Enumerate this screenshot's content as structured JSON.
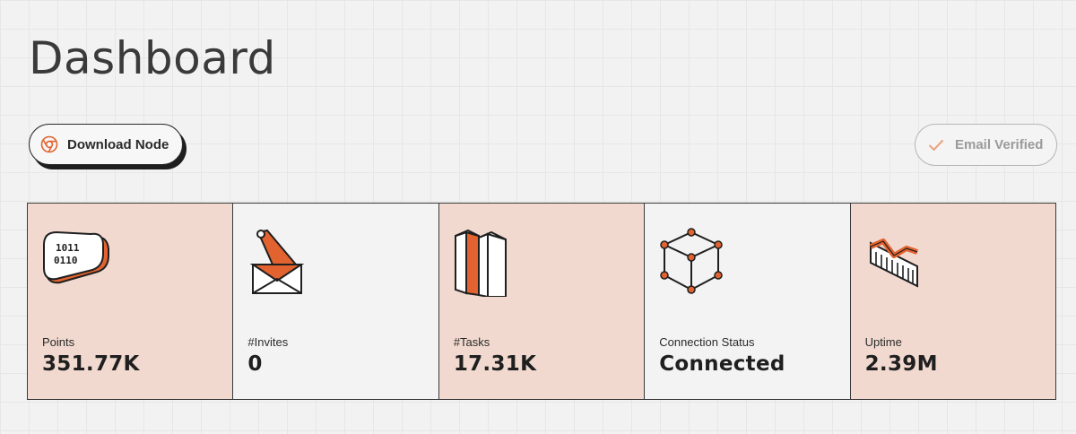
{
  "page": {
    "title": "Dashboard"
  },
  "actions": {
    "download_label": "Download Node",
    "download_icon": "chrome-icon",
    "verified_label": "Email Verified",
    "verified_icon": "check-icon"
  },
  "stats": [
    {
      "label": "Points",
      "value": "351.77K",
      "icon": "binary-capsule-icon"
    },
    {
      "label": "#Invites",
      "value": "0",
      "icon": "envelope-icon"
    },
    {
      "label": "#Tasks",
      "value": "17.31K",
      "icon": "books-icon"
    },
    {
      "label": "Connection Status",
      "value": "Connected",
      "icon": "cube-icon"
    },
    {
      "label": "Uptime",
      "value": "2.39M",
      "icon": "trend-chart-icon"
    }
  ],
  "colors": {
    "accent": "#e2632f",
    "tint": "#f1d9cf",
    "background": "#f2f2f2",
    "ink": "#1f1f1f"
  }
}
